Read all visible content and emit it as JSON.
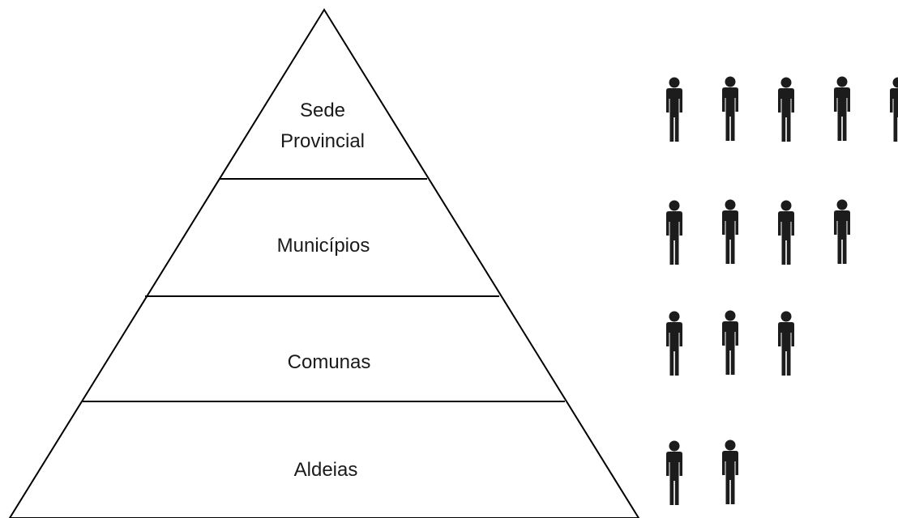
{
  "pyramid": {
    "levels": [
      {
        "label_lines": [
          "Sede",
          "Provincial"
        ],
        "people": 5
      },
      {
        "label_lines": [
          "Municípios"
        ],
        "people": 4
      },
      {
        "label_lines": [
          "Comunas"
        ],
        "people": 3
      },
      {
        "label_lines": [
          "Aldeias"
        ],
        "people": 2
      }
    ]
  },
  "colors": {
    "stroke": "#000000",
    "text": "#1a1a1a",
    "person": "#1c1c1c",
    "background": "#ffffff"
  },
  "icons": {
    "person": "person-icon"
  }
}
